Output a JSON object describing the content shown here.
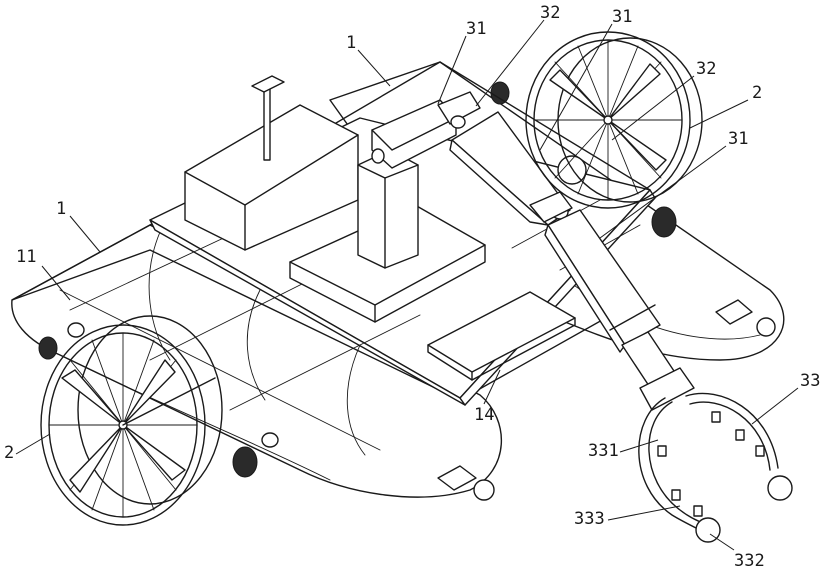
{
  "labels": {
    "l1_top": "1",
    "l1_left": "1",
    "l11": "11",
    "l2_left": "2",
    "l2_right": "2",
    "l14": "14",
    "l31_a": "31",
    "l31_b": "31",
    "l31_c": "31",
    "l32_a": "32",
    "l32_b": "32",
    "l33": "33",
    "l331": "331",
    "l332": "332",
    "l333": "333"
  }
}
